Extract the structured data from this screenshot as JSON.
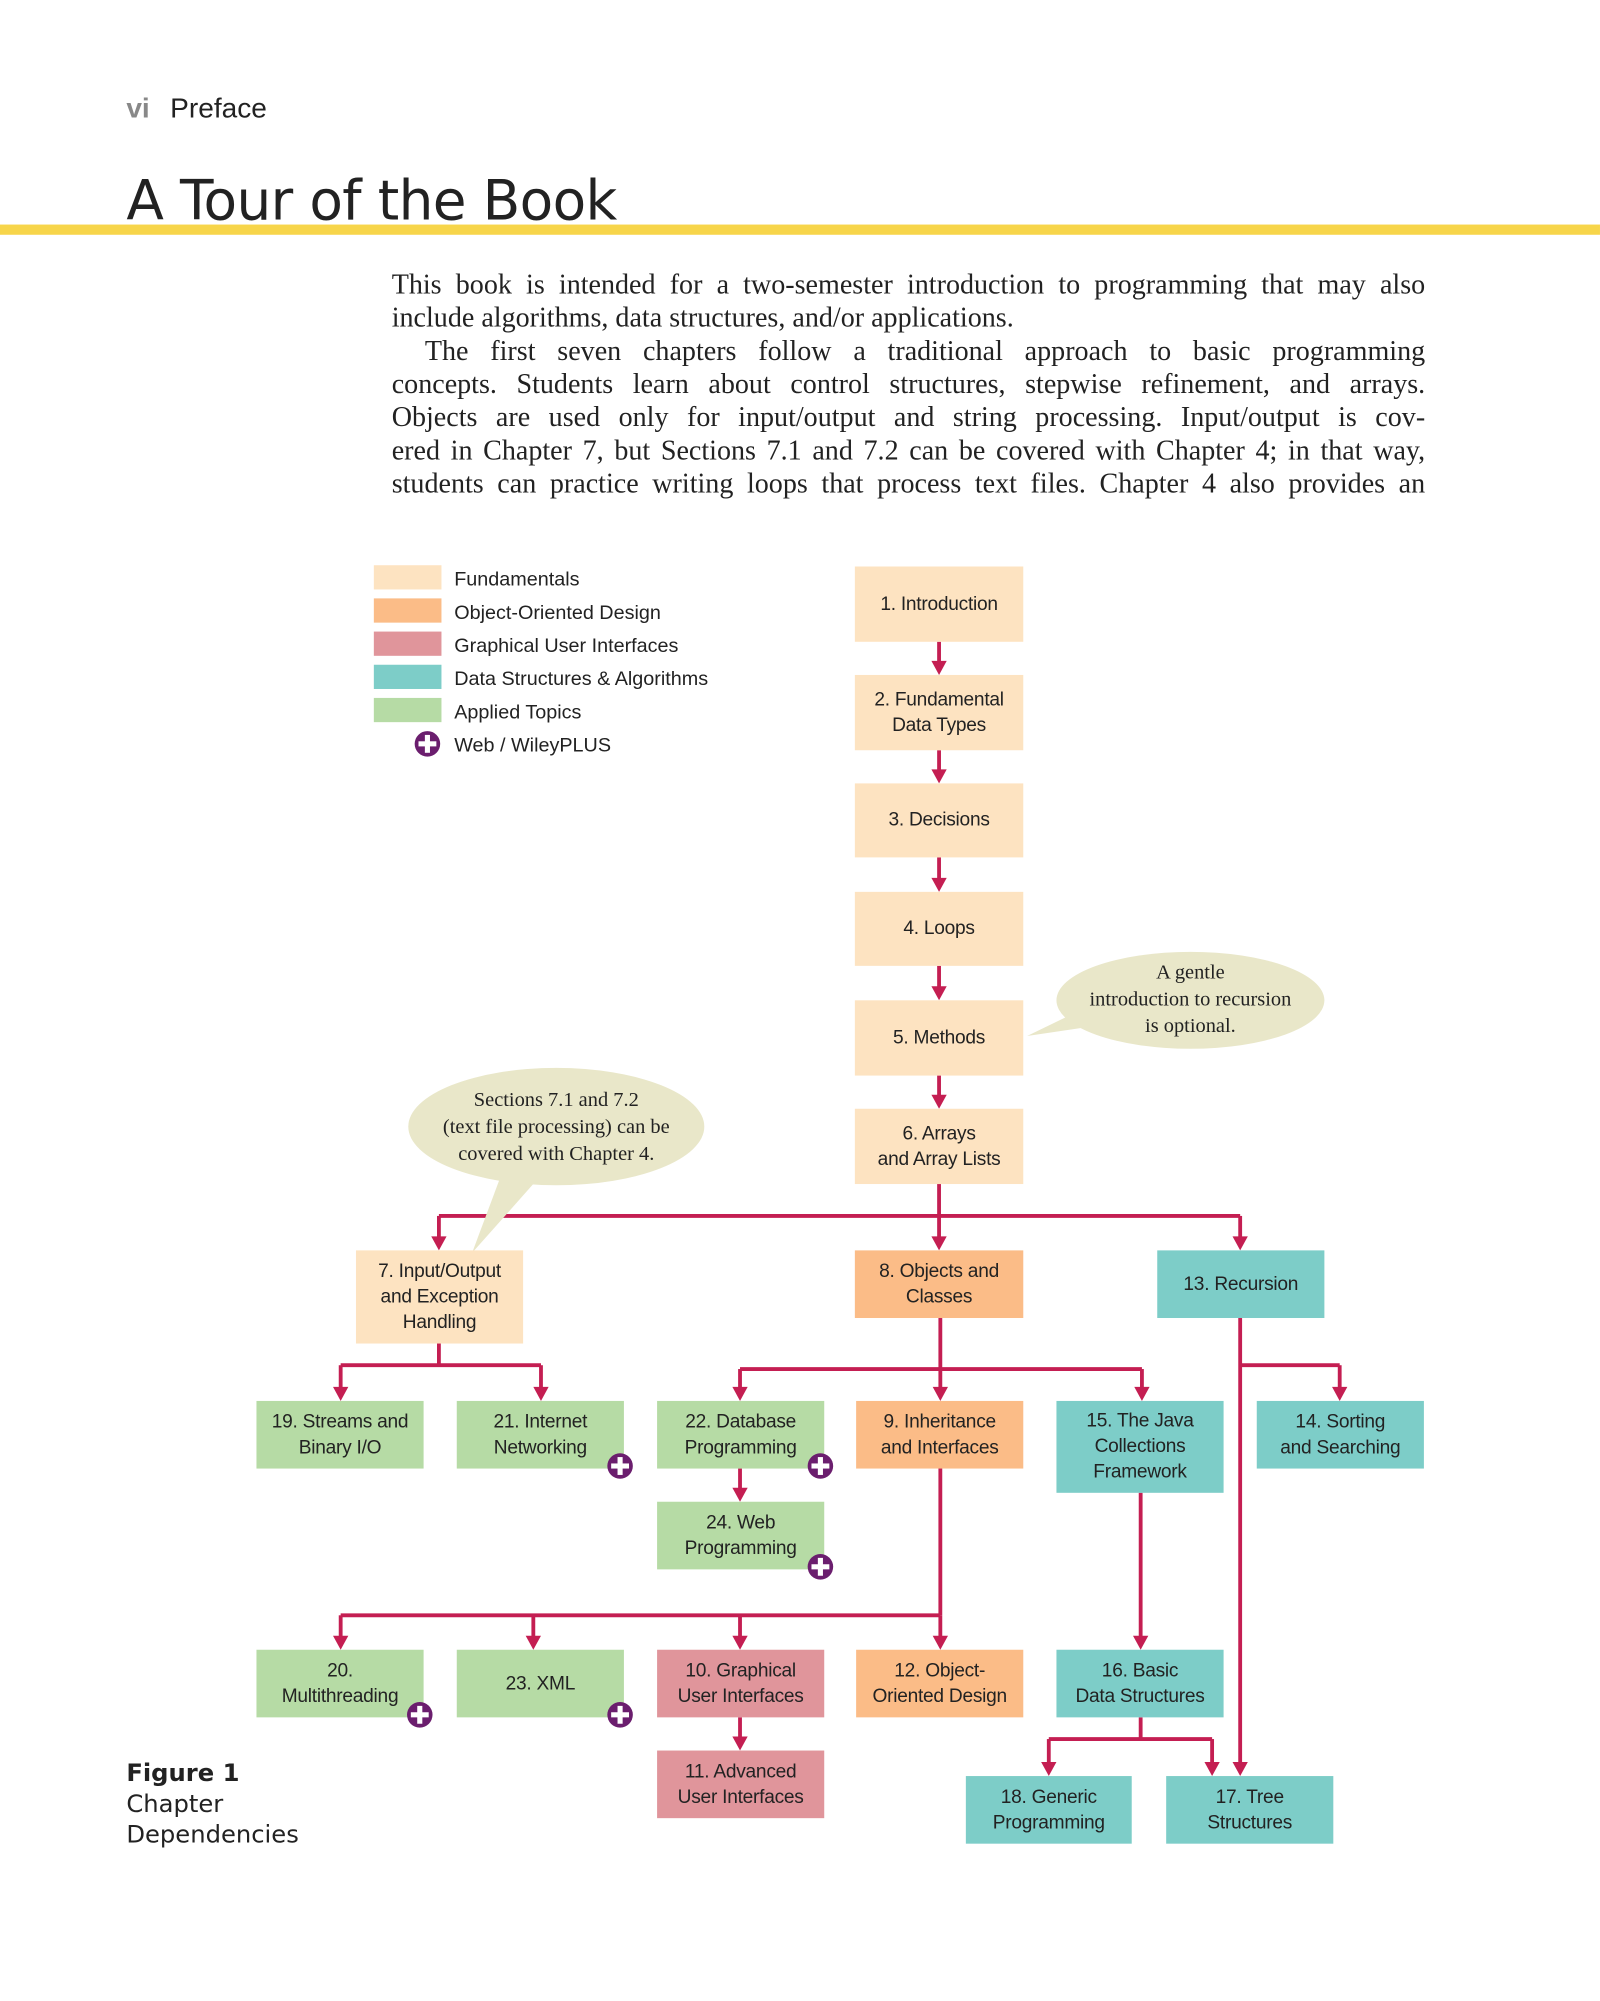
{
  "header": {
    "page_number": "vi",
    "section": "Preface"
  },
  "title": "A Tour of the Book",
  "intro_lines": [
    "This book is intended for a two-semester introduction to programming that may also",
    "include algorithms, data structures, and/or applications.",
    "The first seven chapters follow a traditional approach to basic programming",
    "concepts. Students learn about control structures, stepwise refinement, and arrays.",
    "Objects are used only for input/output and string processing. Input/output is cov-",
    "ered in Chapter 7, but Sections 7.1 and 7.2 can be covered with Chapter 4; in that way,",
    "students can practice writing loops that process text files. Chapter 4 also provides an"
  ],
  "colors": {
    "fundamentals": "#fde3c1",
    "ood": "#fbbc87",
    "gui": "#e0959b",
    "ds": "#7dcdc8",
    "applied": "#b6dba5",
    "arrow": "#c41e52",
    "plus": "#6b1e6e",
    "bubble": "#e9e7c9",
    "rule": "#f7d54a"
  },
  "legend": [
    {
      "key": "fundamentals",
      "label": "Fundamentals"
    },
    {
      "key": "ood",
      "label": "Object-Oriented Design"
    },
    {
      "key": "gui",
      "label": "Graphical User Interfaces"
    },
    {
      "key": "ds",
      "label": "Data Structures & Algorithms"
    },
    {
      "key": "applied",
      "label": "Applied Topics"
    }
  ],
  "legend_web": "Web / WileyPLUS",
  "boxes": [
    {
      "id": "1",
      "cat": "fundamentals",
      "lines": [
        "1. Introduction"
      ]
    },
    {
      "id": "2",
      "cat": "fundamentals",
      "lines": [
        "2. Fundamental",
        "Data Types"
      ]
    },
    {
      "id": "3",
      "cat": "fundamentals",
      "lines": [
        "3. Decisions"
      ]
    },
    {
      "id": "4",
      "cat": "fundamentals",
      "lines": [
        "4. Loops"
      ]
    },
    {
      "id": "5",
      "cat": "fundamentals",
      "lines": [
        "5. Methods"
      ]
    },
    {
      "id": "6",
      "cat": "fundamentals",
      "lines": [
        "6. Arrays",
        "and Array Lists"
      ]
    },
    {
      "id": "7",
      "cat": "fundamentals",
      "lines": [
        "7. Input/Output",
        "and Exception",
        "Handling"
      ]
    },
    {
      "id": "8",
      "cat": "ood",
      "lines": [
        "8. Objects and",
        "Classes"
      ]
    },
    {
      "id": "13",
      "cat": "ds",
      "lines": [
        "13. Recursion"
      ]
    },
    {
      "id": "19",
      "cat": "applied",
      "lines": [
        "19. Streams and",
        "Binary I/O"
      ]
    },
    {
      "id": "21",
      "cat": "applied",
      "web": true,
      "lines": [
        "21. Internet",
        "Networking"
      ]
    },
    {
      "id": "22",
      "cat": "applied",
      "web": true,
      "lines": [
        "22. Database",
        "Programming"
      ]
    },
    {
      "id": "9",
      "cat": "ood",
      "lines": [
        "9. Inheritance",
        "and Interfaces"
      ]
    },
    {
      "id": "15",
      "cat": "ds",
      "lines": [
        "15. The Java",
        "Collections",
        "Framework"
      ]
    },
    {
      "id": "14",
      "cat": "ds",
      "lines": [
        "14. Sorting",
        "and Searching"
      ]
    },
    {
      "id": "24",
      "cat": "applied",
      "web": true,
      "lines": [
        "24. Web",
        "Programming"
      ]
    },
    {
      "id": "20",
      "cat": "applied",
      "web": true,
      "lines": [
        "20.",
        "Multithreading"
      ]
    },
    {
      "id": "23",
      "cat": "applied",
      "web": true,
      "lines": [
        "23. XML"
      ]
    },
    {
      "id": "10",
      "cat": "gui",
      "lines": [
        "10. Graphical",
        "User Interfaces"
      ]
    },
    {
      "id": "12",
      "cat": "ood",
      "lines": [
        "12. Object-",
        "Oriented Design"
      ]
    },
    {
      "id": "16",
      "cat": "ds",
      "lines": [
        "16. Basic",
        "Data Structures"
      ]
    },
    {
      "id": "11",
      "cat": "gui",
      "lines": [
        "11. Advanced",
        "User Interfaces"
      ]
    },
    {
      "id": "18",
      "cat": "ds",
      "lines": [
        "18. Generic",
        "Programming"
      ]
    },
    {
      "id": "17",
      "cat": "ds",
      "lines": [
        "17. Tree",
        "Structures"
      ]
    }
  ],
  "bubbles": [
    {
      "lines": [
        "A gentle",
        "introduction to recursion",
        "is optional."
      ]
    },
    {
      "lines": [
        "Sections 7.1 and 7.2",
        "(text file processing) can be",
        "covered with Chapter 4."
      ]
    }
  ],
  "caption": {
    "label": "Figure 1",
    "lines": [
      "Chapter",
      "Dependencies"
    ]
  }
}
